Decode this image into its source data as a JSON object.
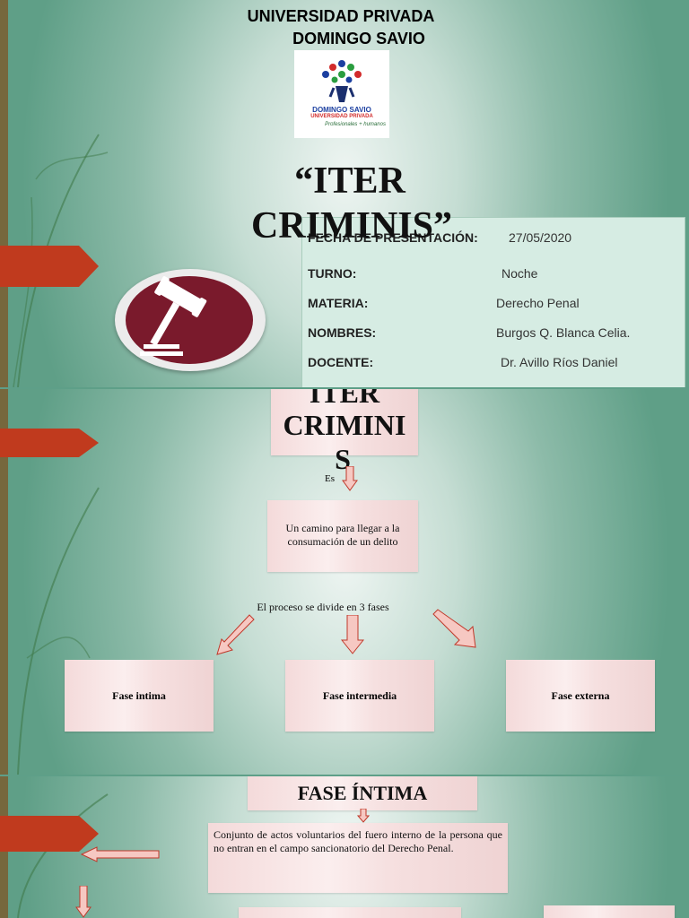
{
  "slide1": {
    "university_line1": "UNIVERSIDAD PRIVADA",
    "university_line2": "DOMINGO SAVIO",
    "logo_text1": "DOMINGO SAVIO",
    "logo_text2": "UNIVERSIDAD PRIVADA",
    "logo_text3": "Profesionales + humanos",
    "title_line1": "“ITER",
    "title_line2": "CRIMINIS”",
    "info": [
      {
        "label": "FECHA DE PRESENTACIÓN:",
        "value": "27/05/2020"
      },
      {
        "label": "TURNO:",
        "value": "Noche"
      },
      {
        "label": "MATERIA:",
        "value": "Derecho Penal"
      },
      {
        "label": "NOMBRES:",
        "value": "Burgos Q. Blanca Celia."
      },
      {
        "label": "DOCENTE:",
        "value": "Dr. Avillo Ríos Daniel"
      }
    ],
    "colors": {
      "tab": "#c03a1e",
      "gavel_circle": "#7a1a2c"
    }
  },
  "slide2": {
    "title_line1": "ITER",
    "title_line2": "CRIMINI",
    "title_line3": "S",
    "es_label": "Es",
    "definition": "Un camino para llegar a la consumación de un delito",
    "process_text": "El proceso se divide en 3  fases",
    "phases": [
      "Fase intima",
      "Fase  intermedia",
      "Fase externa"
    ]
  },
  "slide3": {
    "title": "FASE ÍNTIMA",
    "description": "Conjunto de actos voluntarios del fuero interno de la persona que no entran en el campo sancionatorio del Derecho Penal."
  }
}
